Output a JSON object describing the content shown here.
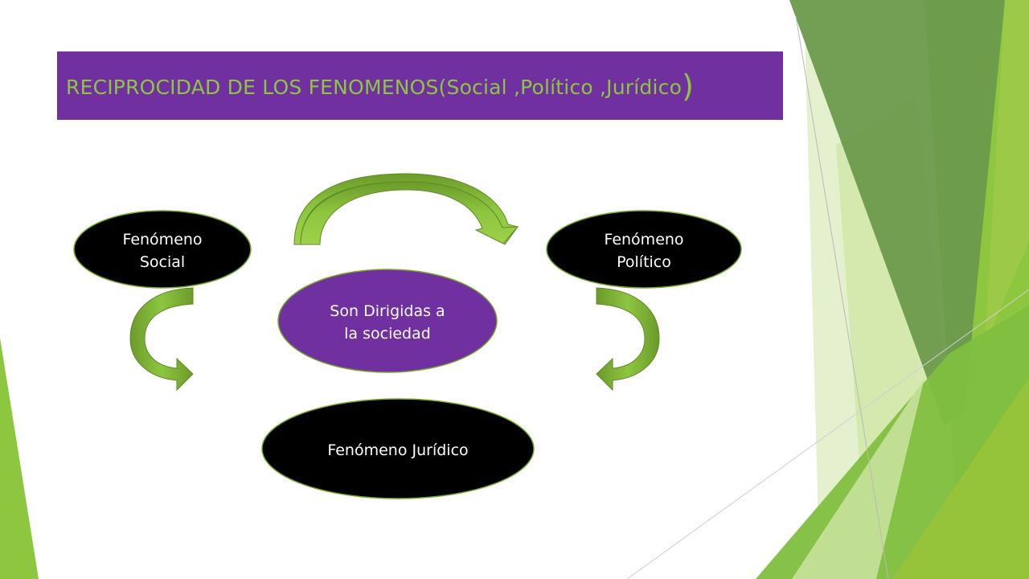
{
  "slide": {
    "title_main": "RECIPROCIDAD DE LOS FENOMENOS(Social ,Político ,Jurídico",
    "title_paren": ")"
  },
  "nodes": {
    "social": {
      "line1": "Fenómeno",
      "line2": "Social"
    },
    "politico": {
      "line1": "Fenómeno",
      "line2": "Político"
    },
    "center": {
      "line1": "Son Dirigidas a",
      "line2": "la sociedad"
    },
    "juridico": {
      "line1": "Fenómeno Jurídico"
    }
  },
  "colors": {
    "title_bg": "#7030a0",
    "title_text": "#8dc63f",
    "node_dark": "#000000",
    "node_center": "#7030a0",
    "node_border": "#76a82c",
    "arrow_fill": "#8dc63f",
    "arrow_dark": "#6c9a2a"
  }
}
